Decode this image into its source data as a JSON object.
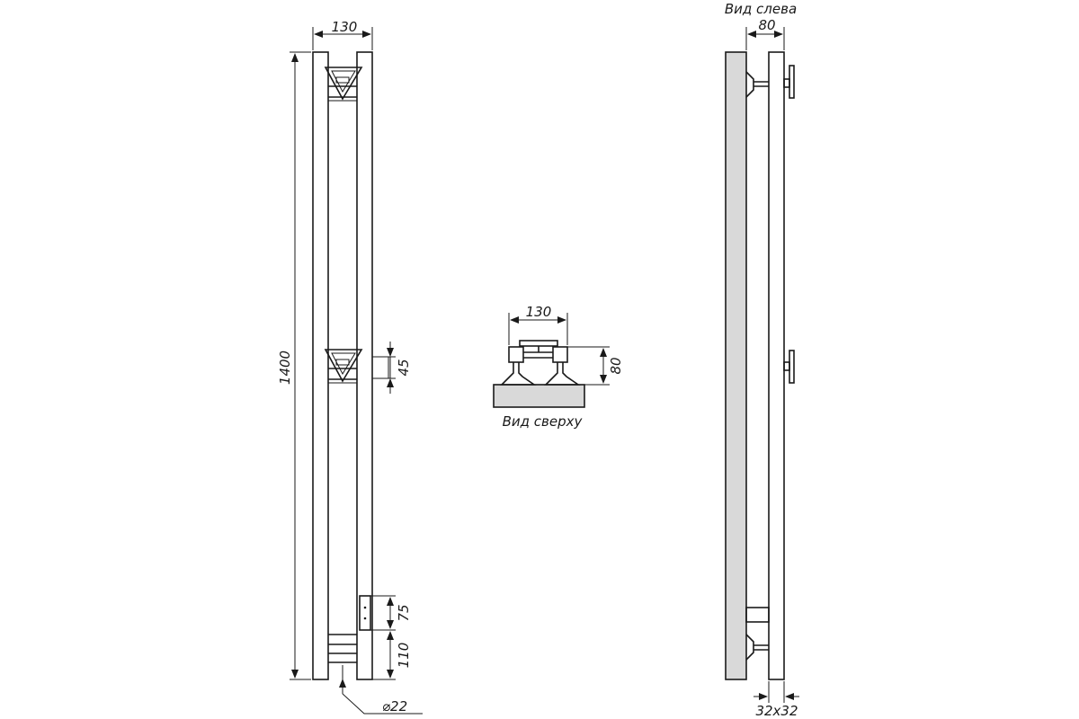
{
  "views": {
    "left_view_label": "Вид слева",
    "top_view_label": "Вид сверху"
  },
  "dimensions": {
    "front_width": "130",
    "front_height": "1400",
    "spacing_45": "45",
    "spacing_75": "75",
    "spacing_110": "110",
    "pipe_diameter": "⌀22",
    "top_width": "130",
    "top_depth": "80",
    "side_depth": "80",
    "profile_section": "32х32"
  }
}
